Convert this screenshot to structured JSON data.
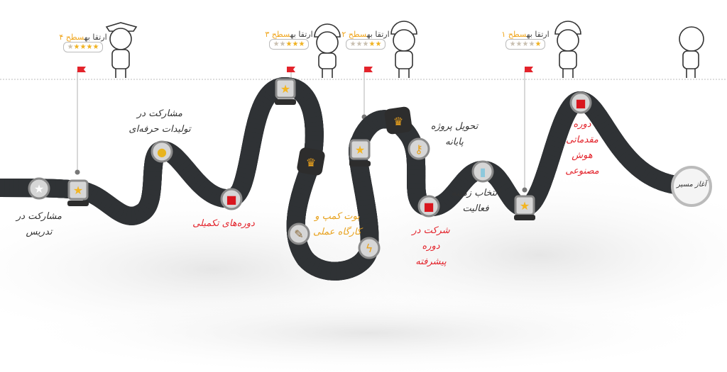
{
  "start": {
    "label": "آغاز مسیر"
  },
  "levels": [
    {
      "prefix": "ارتقا به",
      "name": "سطح ۱",
      "stars_filled": 1,
      "stars_total": 5
    },
    {
      "prefix": "ارتقا به",
      "name": "سطح ۲",
      "stars_filled": 2,
      "stars_total": 5
    },
    {
      "prefix": "ارتقا به",
      "name": "سطح ۳",
      "stars_filled": 3,
      "stars_total": 5
    },
    {
      "prefix": "ارتقا به",
      "name": "سطح ۴",
      "stars_filled": 4,
      "stars_total": 5
    }
  ],
  "steps": {
    "ai_course": "دوره مقدماتی هوش مصنوعی",
    "choose_field": "انتخاب زمینه فعالیت",
    "advanced_course": "شرکت در دوره پیشرفته",
    "final_project": "تحویل پروژه پایانه",
    "bootcamp": "بوت کمپ و کارگاه عملی",
    "complementary": "دوره‌های تکمیلی",
    "production": "مشارکت در تولیدات حرفه‌ای",
    "teaching": "مشارکت در تدریس"
  },
  "colors": {
    "road": "#2f3235",
    "dash": "#e8a21e",
    "accent": "#f0a51c",
    "red": "#e3232b"
  }
}
